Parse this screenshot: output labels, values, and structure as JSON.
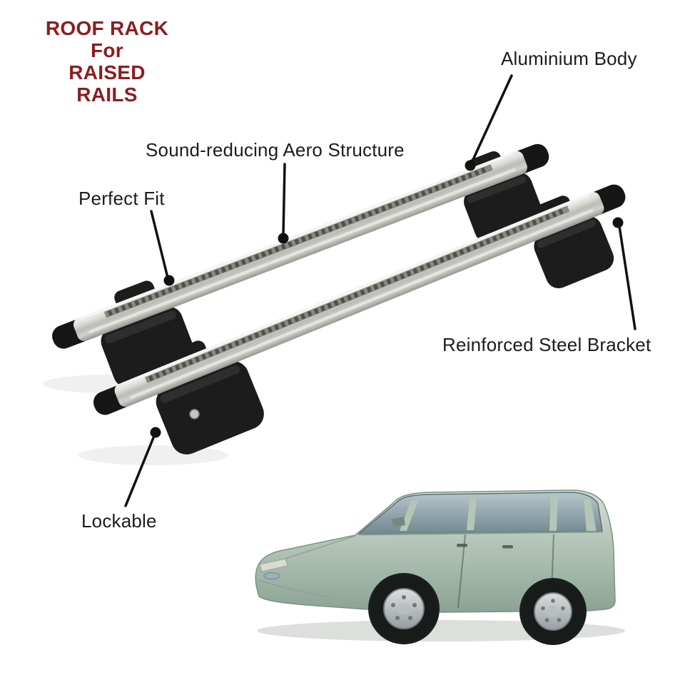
{
  "title": {
    "line1": "ROOF RACK",
    "line2": "For",
    "line3": "RAISED RAILS"
  },
  "callouts": {
    "aluminium_body": "Aluminium Body",
    "aero_structure": "Sound-reducing Aero Structure",
    "perfect_fit": "Perfect Fit",
    "steel_bracket": "Reinforced Steel Bracket",
    "lockable": "Lockable"
  },
  "colors": {
    "title_text": "#8e1c20",
    "label_text": "#1c1c1c",
    "leader_line": "#111111",
    "bar_silver": "#c9c9c4",
    "bracket_black": "#1c1c1c",
    "van_body": "#aec3b4"
  }
}
